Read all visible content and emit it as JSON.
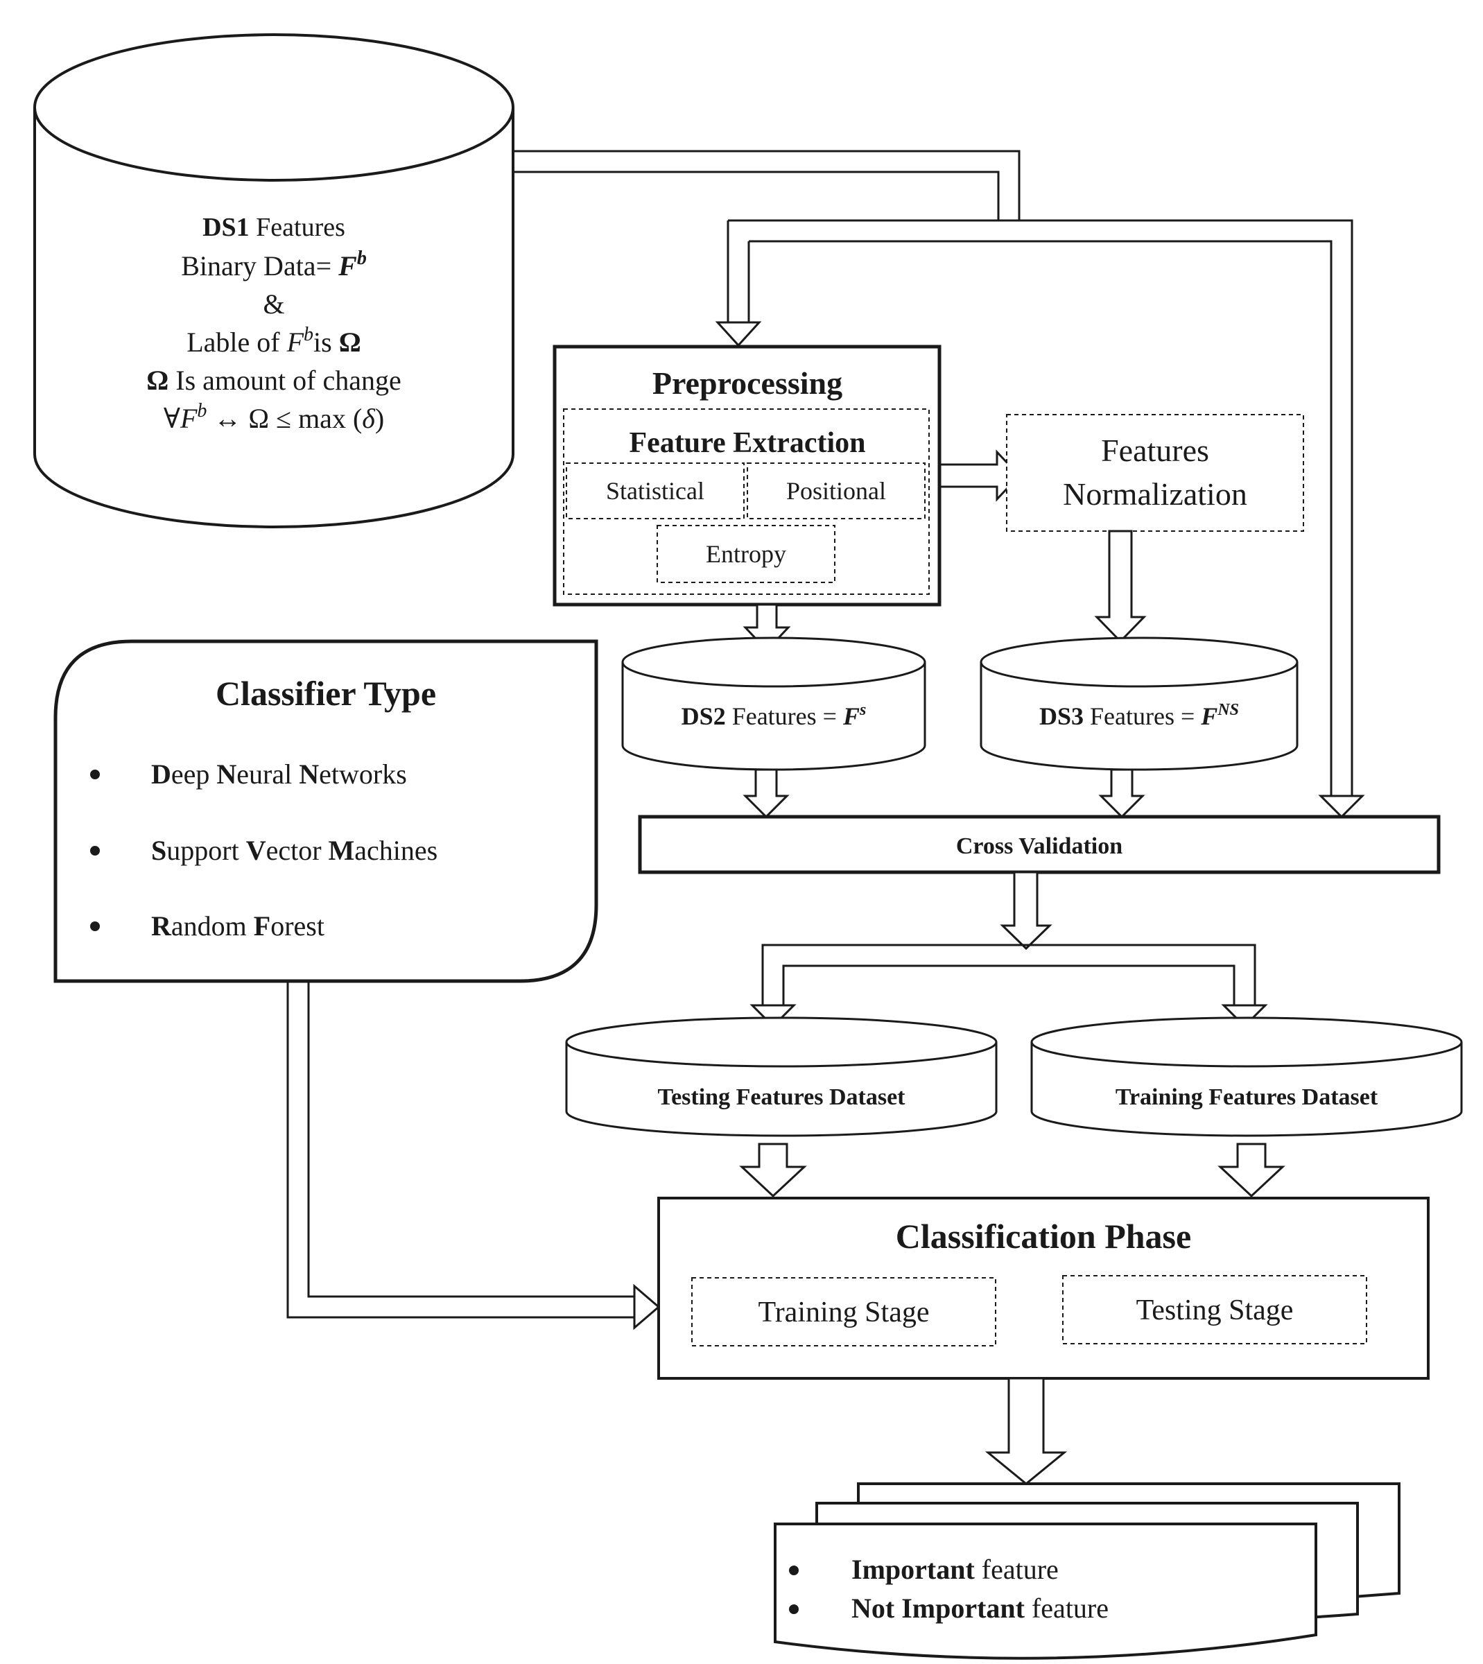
{
  "ds1": {
    "line1_bold": "DS1",
    "line1_rest": " Features",
    "line2_text": "Binary Data= ",
    "line2_var": "F",
    "line2_sup": "b",
    "line3": "&",
    "line4_text": "Lable of ",
    "line4_var": "F",
    "line4_sup": "b",
    "line4_is": "is ",
    "line4_omega": "Ω",
    "line5_omega": "Ω",
    "line5_rest": " Is amount of change",
    "line6_forall": "∀",
    "line6_var": "F",
    "line6_sup": "b",
    "line6_rest": " ↔ Ω ≤ max (",
    "line6_delta": "δ",
    "line6_close": ")"
  },
  "preprocessing": {
    "title": "Preprocessing",
    "feature_extraction": "Feature Extraction",
    "statistical": "Statistical",
    "positional": "Positional",
    "entropy": "Entropy"
  },
  "normalization": {
    "line1": "Features",
    "line2": "Normalization"
  },
  "ds2": {
    "bold": "DS2",
    "rest": " Features = ",
    "var": "F",
    "sup": "s"
  },
  "ds3": {
    "bold": "DS3",
    "rest": " Features = ",
    "var": "F",
    "sup": "NS"
  },
  "cross_validation": "Cross Validation",
  "classifier": {
    "title": "Classifier Type",
    "items": [
      {
        "parts": [
          "D",
          "eep ",
          "N",
          "eural ",
          "N",
          "etworks"
        ]
      },
      {
        "parts": [
          "S",
          "upport ",
          "V",
          "ector ",
          "M",
          "achines"
        ]
      },
      {
        "parts": [
          "R",
          "andom ",
          "F",
          "orest",
          "",
          ""
        ]
      }
    ]
  },
  "testing_dataset": "Testing Features Dataset",
  "training_dataset": "Training Features Dataset",
  "classification": {
    "title": "Classification Phase",
    "training_stage": "Training Stage",
    "testing_stage": "Testing Stage"
  },
  "output": {
    "item1_bold": "Important",
    "item1_rest": " feature",
    "item2_bold": "Not Important",
    "item2_rest": " feature"
  }
}
